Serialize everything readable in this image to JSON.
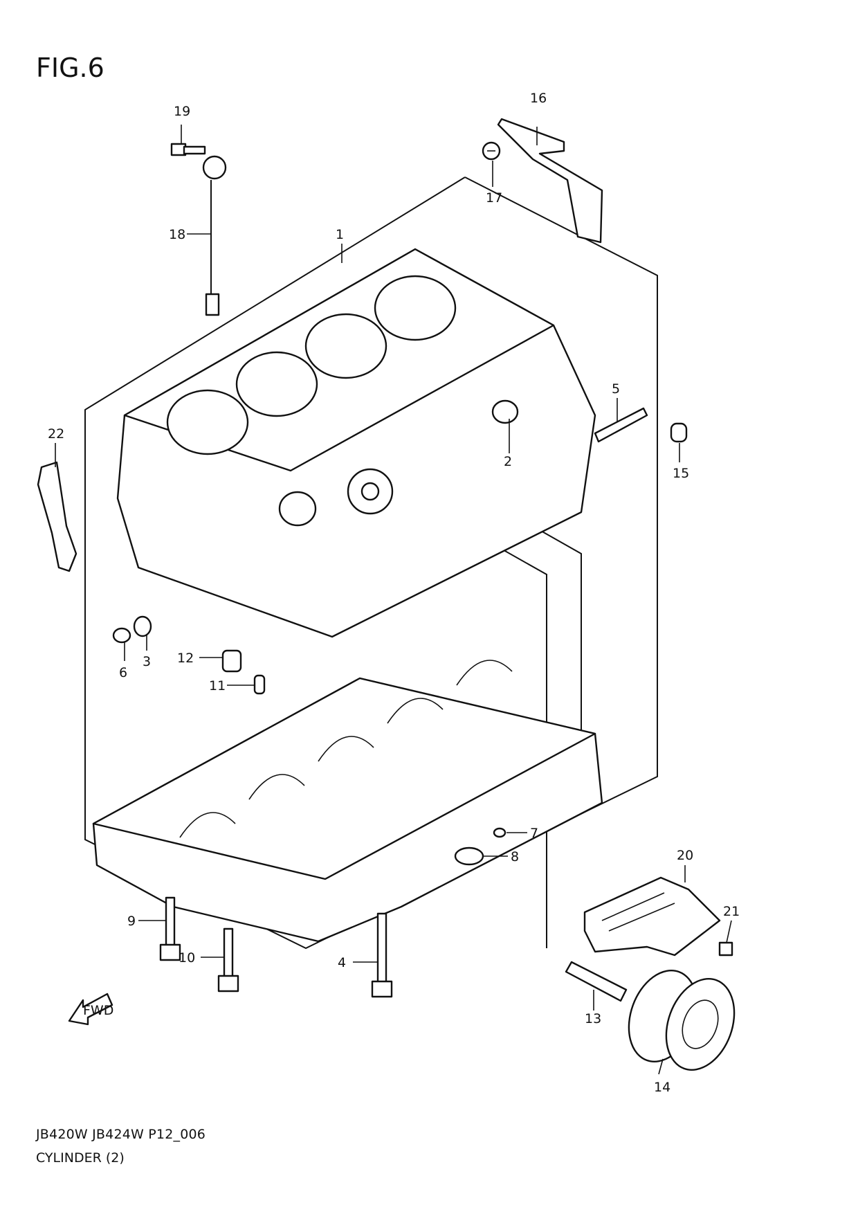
{
  "figure": {
    "title": "FIG.6",
    "model_code": "JB420W JB424W P12_006",
    "name": "CYLINDER (2)"
  },
  "callouts": [
    "1",
    "2",
    "3",
    "4",
    "5",
    "6",
    "7",
    "8",
    "9",
    "10",
    "11",
    "12",
    "13",
    "14",
    "15",
    "16",
    "17",
    "18",
    "19",
    "20",
    "21",
    "22"
  ],
  "fwd_label": "FWD"
}
